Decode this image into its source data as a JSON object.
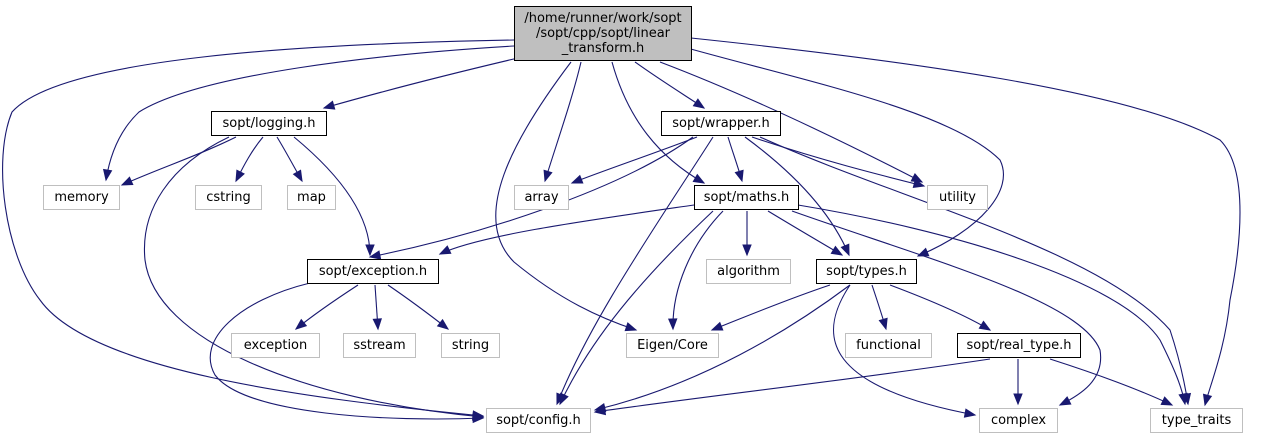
{
  "colors": {
    "edge": "#191970",
    "root_fill": "#bfbfbf",
    "root_border": "#000000",
    "internal_fill": "#ffffff",
    "internal_border": "#000000",
    "external_fill": "#ffffff",
    "external_border": "#bfbfbf"
  },
  "nodes": [
    {
      "id": "root",
      "kind": "root",
      "lines": [
        "/home/runner/work/sopt",
        "/sopt/cpp/sopt/linear",
        "_transform.h"
      ]
    },
    {
      "id": "logging",
      "kind": "internal",
      "lines": [
        "sopt/logging.h"
      ]
    },
    {
      "id": "wrapper",
      "kind": "internal",
      "lines": [
        "sopt/wrapper.h"
      ]
    },
    {
      "id": "maths",
      "kind": "internal",
      "lines": [
        "sopt/maths.h"
      ]
    },
    {
      "id": "exception",
      "kind": "internal",
      "lines": [
        "sopt/exception.h"
      ]
    },
    {
      "id": "types",
      "kind": "internal",
      "lines": [
        "sopt/types.h"
      ]
    },
    {
      "id": "realtype",
      "kind": "internal",
      "lines": [
        "sopt/real_type.h"
      ]
    },
    {
      "id": "memory",
      "kind": "external",
      "lines": [
        "memory"
      ]
    },
    {
      "id": "cstring",
      "kind": "external",
      "lines": [
        "cstring"
      ]
    },
    {
      "id": "map",
      "kind": "external",
      "lines": [
        "map"
      ]
    },
    {
      "id": "array",
      "kind": "external",
      "lines": [
        "array"
      ]
    },
    {
      "id": "utility",
      "kind": "external",
      "lines": [
        "utility"
      ]
    },
    {
      "id": "algorithm",
      "kind": "external",
      "lines": [
        "algorithm"
      ]
    },
    {
      "id": "exceptionstd",
      "kind": "external",
      "lines": [
        "exception"
      ]
    },
    {
      "id": "sstream",
      "kind": "external",
      "lines": [
        "sstream"
      ]
    },
    {
      "id": "string",
      "kind": "external",
      "lines": [
        "string"
      ]
    },
    {
      "id": "eigen",
      "kind": "external",
      "lines": [
        "Eigen/Core"
      ]
    },
    {
      "id": "functional",
      "kind": "external",
      "lines": [
        "functional"
      ]
    },
    {
      "id": "config",
      "kind": "external",
      "lines": [
        "sopt/config.h"
      ]
    },
    {
      "id": "complex",
      "kind": "external",
      "lines": [
        "complex"
      ]
    },
    {
      "id": "typetraits",
      "kind": "external",
      "lines": [
        "type_traits"
      ]
    }
  ],
  "edges": [
    {
      "from": "root",
      "to": "logging"
    },
    {
      "from": "root",
      "to": "memory"
    },
    {
      "from": "root",
      "to": "config"
    },
    {
      "from": "root",
      "to": "eigen"
    },
    {
      "from": "root",
      "to": "array"
    },
    {
      "from": "root",
      "to": "maths"
    },
    {
      "from": "root",
      "to": "wrapper"
    },
    {
      "from": "root",
      "to": "utility"
    },
    {
      "from": "root",
      "to": "types"
    },
    {
      "from": "root",
      "to": "typetraits"
    },
    {
      "from": "logging",
      "to": "memory"
    },
    {
      "from": "logging",
      "to": "cstring"
    },
    {
      "from": "logging",
      "to": "map"
    },
    {
      "from": "logging",
      "to": "exception"
    },
    {
      "from": "logging",
      "to": "config"
    },
    {
      "from": "wrapper",
      "to": "array"
    },
    {
      "from": "wrapper",
      "to": "maths"
    },
    {
      "from": "wrapper",
      "to": "utility"
    },
    {
      "from": "wrapper",
      "to": "exception"
    },
    {
      "from": "wrapper",
      "to": "config"
    },
    {
      "from": "wrapper",
      "to": "types"
    },
    {
      "from": "wrapper",
      "to": "typetraits"
    },
    {
      "from": "maths",
      "to": "exception"
    },
    {
      "from": "maths",
      "to": "algorithm"
    },
    {
      "from": "maths",
      "to": "eigen"
    },
    {
      "from": "maths",
      "to": "types"
    },
    {
      "from": "maths",
      "to": "config"
    },
    {
      "from": "maths",
      "to": "complex"
    },
    {
      "from": "maths",
      "to": "typetraits"
    },
    {
      "from": "exception",
      "to": "exceptionstd"
    },
    {
      "from": "exception",
      "to": "sstream"
    },
    {
      "from": "exception",
      "to": "string"
    },
    {
      "from": "exception",
      "to": "config"
    },
    {
      "from": "types",
      "to": "eigen"
    },
    {
      "from": "types",
      "to": "config"
    },
    {
      "from": "types",
      "to": "functional"
    },
    {
      "from": "types",
      "to": "realtype"
    },
    {
      "from": "types",
      "to": "complex"
    },
    {
      "from": "realtype",
      "to": "config"
    },
    {
      "from": "realtype",
      "to": "complex"
    },
    {
      "from": "realtype",
      "to": "typetraits"
    }
  ]
}
